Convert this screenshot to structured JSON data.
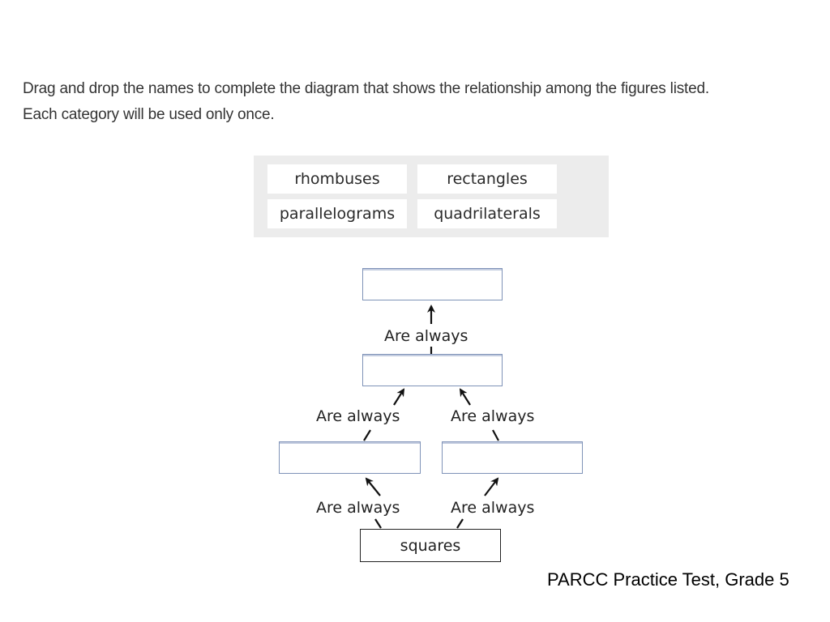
{
  "instructions": {
    "line1": "Drag and drop the names to complete the diagram that shows the relationship among the figures listed.",
    "line2": "Each category will be used only once."
  },
  "word_bank": {
    "items": [
      "rhombuses",
      "rectangles",
      "parallelograms",
      "quadrilaterals"
    ]
  },
  "diagram": {
    "relation_label": "Are always",
    "base_box": "squares"
  },
  "footer": {
    "caption": "PARCC Practice Test, Grade 5"
  }
}
